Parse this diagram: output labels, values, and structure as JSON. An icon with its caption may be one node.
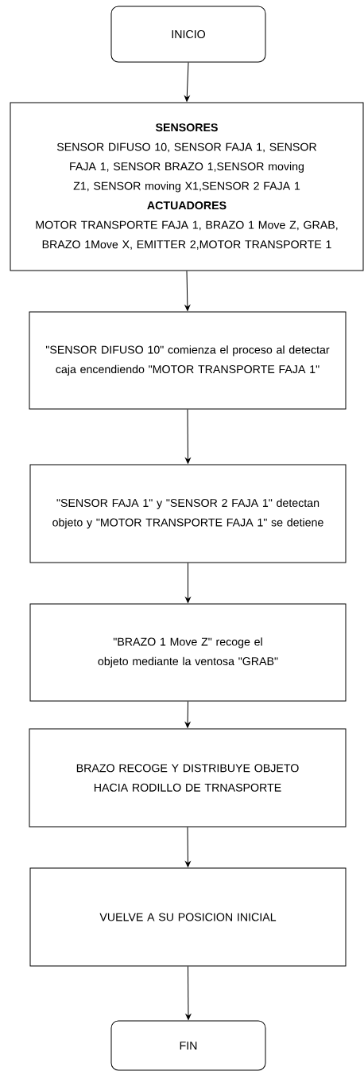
{
  "diagram": {
    "nodes": [
      {
        "text": [
          "INICIO"
        ]
      },
      {
        "text": [
          "SENSORES",
          "SENSOR DIFUSO 10, SENSOR FAJA 1, SENSOR FAJA 1, SENSOR BRAZO 1,SENSOR moving Z1, SENSOR moving X1,SENSOR 2 FAJA 1",
          "ACTUADORES",
          "MOTOR TRANSPORTE FAJA 1, BRAZO 1 Move Z, GRAB, BRAZO 1Move X, EMITTER 2,MOTOR TRANSPORTE 1"
        ]
      },
      {
        "text": [
          "\"SENSOR DIFUSO 10\" comienza el proceso al detectar caja encendiendo \"MOTOR TRANSPORTE FAJA 1\""
        ]
      },
      {
        "text": [
          "\"SENSOR FAJA 1\" y  \"SENSOR 2 FAJA 1\" detectan objeto y \"MOTOR TRANSPORTE FAJA 1\" se detiene"
        ]
      },
      {
        "text": [
          "\"BRAZO 1 Move Z\" recoge el objeto mediante la ventosa \"GRAB\""
        ]
      },
      {
        "text": [
          "BRAZO RECOGE Y DISTRIBUYE OBJETO HACIA RODILLO DE TRNASPORTE"
        ]
      },
      {
        "text": [
          "VUELVE A SU POSICION INICIAL"
        ]
      },
      {
        "text": [
          "FIN"
        ]
      }
    ],
    "edges": [
      {
        "from": 0,
        "to": 1,
        "arrow": "to"
      },
      {
        "from": 1,
        "to": 2,
        "arrow": "to"
      },
      {
        "from": 2,
        "to": 3,
        "arrow": "to"
      },
      {
        "from": 3,
        "to": 4,
        "arrow": "to"
      },
      {
        "from": 4,
        "to": 5,
        "arrow": "to"
      },
      {
        "from": 5,
        "to": 6,
        "arrow": "to"
      },
      {
        "from": 6,
        "to": 7,
        "arrow": "to"
      }
    ]
  }
}
